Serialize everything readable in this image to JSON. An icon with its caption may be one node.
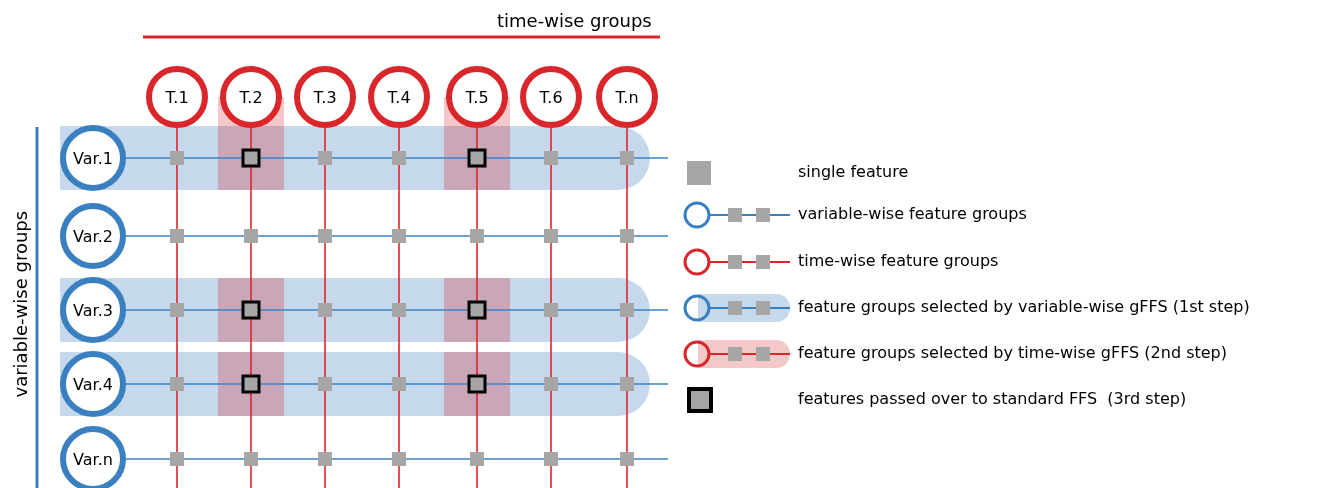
{
  "diagram": {
    "nodes": [
      {
        "text": [
          "T.1"
        ]
      },
      {
        "text": [
          "T.2"
        ]
      },
      {
        "text": [
          "T.3"
        ]
      },
      {
        "text": [
          "T.4"
        ]
      },
      {
        "text": [
          "T.5"
        ]
      },
      {
        "text": [
          "T.6"
        ]
      },
      {
        "text": [
          "T.n"
        ]
      },
      {
        "text": [
          "Var.1"
        ]
      },
      {
        "text": [
          "Var.2"
        ]
      },
      {
        "text": [
          "Var.3"
        ]
      },
      {
        "text": [
          "Var.4"
        ]
      },
      {
        "text": [
          "Var.n"
        ]
      }
    ],
    "edges": [
      {
        "from": 0,
        "to": null,
        "arrow": "none",
        "color": "#e0242a"
      },
      {
        "from": 1,
        "to": null,
        "arrow": "none",
        "color": "#e0242a"
      },
      {
        "from": 2,
        "to": null,
        "arrow": "none",
        "color": "#e0242a"
      },
      {
        "from": 3,
        "to": null,
        "arrow": "none",
        "color": "#e0242a"
      },
      {
        "from": 4,
        "to": null,
        "arrow": "none",
        "color": "#e0242a"
      },
      {
        "from": 5,
        "to": null,
        "arrow": "none",
        "color": "#e0242a"
      },
      {
        "from": 6,
        "to": null,
        "arrow": "none",
        "color": "#e0242a"
      },
      {
        "from": 7,
        "to": null,
        "arrow": "none",
        "color": "#3b82c4"
      },
      {
        "from": 8,
        "to": null,
        "arrow": "none",
        "color": "#3b82c4"
      },
      {
        "from": 9,
        "to": null,
        "arrow": "none",
        "color": "#3b82c4"
      },
      {
        "from": 10,
        "to": null,
        "arrow": "none",
        "color": "#3b82c4"
      },
      {
        "from": 11,
        "to": null,
        "arrow": "none",
        "color": "#3b82c4"
      }
    ],
    "labels": [
      "time-wise groups",
      "variable-wise groups"
    ],
    "legend": [
      {
        "text": "single feature",
        "color": "#a6a6a6"
      },
      {
        "text": "variable-wise feature groups"
      },
      {
        "text": "time-wise feature groups"
      },
      {
        "text": "feature groups selected by variable-wise gFFS (1st step)"
      },
      {
        "text": "feature groups selected by time-wise gFFS (2nd step)"
      },
      {
        "text": "features passed over to standard FFS  (3rd step)"
      }
    ]
  }
}
